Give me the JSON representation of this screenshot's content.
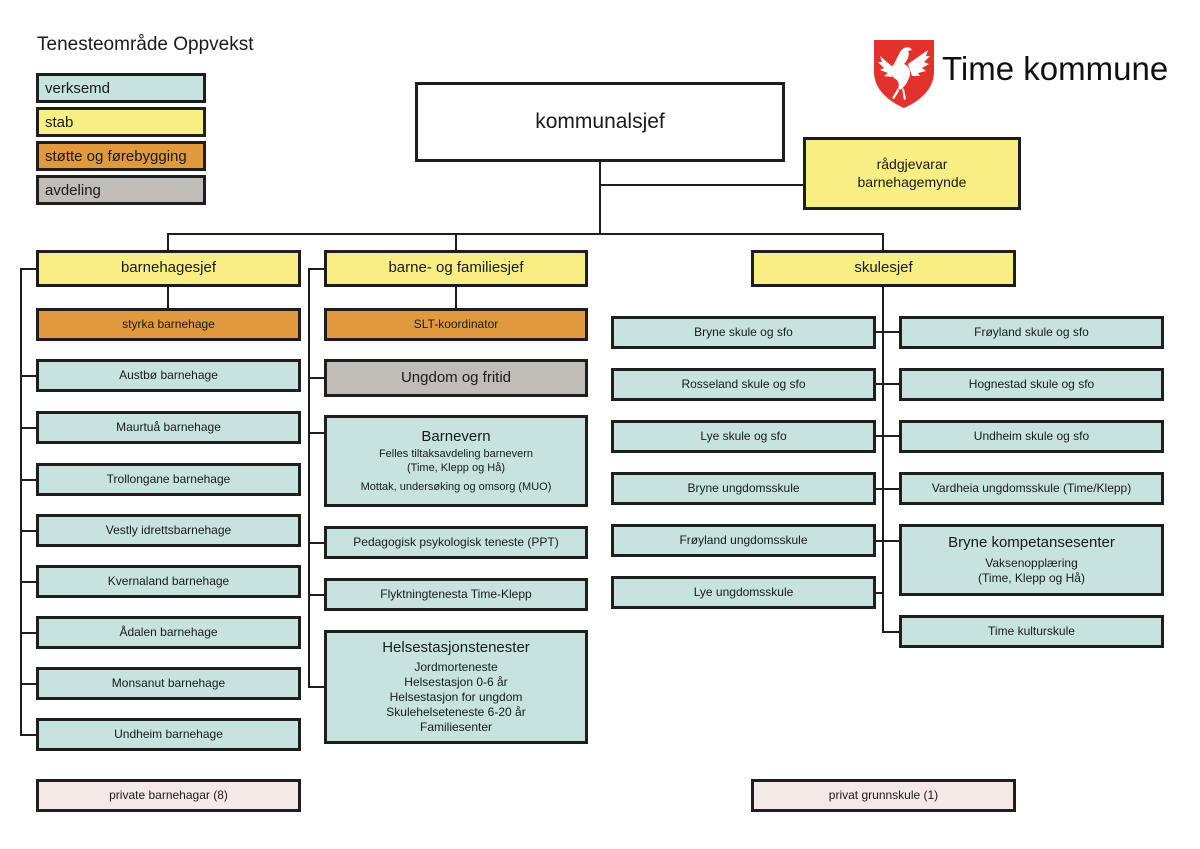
{
  "title": "Tenesteområde Oppvekst",
  "logo": {
    "name": "Time kommune",
    "icon": "coat-of-arms-bird-icon",
    "color": "#e2322b"
  },
  "legend": [
    {
      "label": "verksemd",
      "color": "#c7e3df"
    },
    {
      "label": "stab",
      "color": "#f8ef84"
    },
    {
      "label": "støtte og førebygging",
      "color": "#e09a3c"
    },
    {
      "label": "avdeling",
      "color": "#c0bcb7"
    }
  ],
  "top": {
    "label": "kommunalsjef"
  },
  "advisor": {
    "line1": "rådgjevarar",
    "line2": "barnehagemynde"
  },
  "barnehage": {
    "head": "barnehagesjef",
    "support": "styrka barnehage",
    "units": [
      "Austbø barnehage",
      "Maurtuå barnehage",
      "Trollongane barnehage",
      "Vestly idrettsbarnehage",
      "Kvernaland barnehage",
      "Ådalen barnehage",
      "Monsanut barnehage",
      "Undheim barnehage"
    ],
    "private": "private barnehagar (8)"
  },
  "familie": {
    "head": "barne- og familiesjef",
    "support": "SLT-koordinator",
    "department": "Ungdom og fritid",
    "barnevern": {
      "title": "Barnevern",
      "lines": [
        "Felles tiltaksavdeling barnevern",
        "(Time, Klepp og Hå)",
        "Mottak, undersøking og omsorg (MUO)"
      ]
    },
    "ppt": "Pedagogisk psykologisk teneste (PPT)",
    "flyktning": "Flyktningtenesta Time-Klepp",
    "helse": {
      "title": "Helsestasjonstenester",
      "lines": [
        "Jordmorteneste",
        "Helsestasjon 0-6 år",
        "Helsestasjon for ungdom",
        "Skulehelseteneste 6-20 år",
        "Familiesenter"
      ]
    }
  },
  "skule": {
    "head": "skulesjef",
    "left": [
      "Bryne skule og sfo",
      "Rosseland skule og sfo",
      "Lye skule og sfo",
      "Bryne ungdomsskule",
      "Frøyland ungdomsskule",
      "Lye ungdomsskule"
    ],
    "right": [
      "Frøyland skule og sfo",
      "Hognestad skule og sfo",
      "Undheim skule og sfo",
      "Vardheia ungdomsskule (Time/Klepp)"
    ],
    "kompetanse": {
      "title": "Bryne kompetansesenter",
      "lines": [
        "Vaksenopplæring",
        "(Time, Klepp og Hå)"
      ]
    },
    "kultur": "Time kulturskule",
    "private": "privat grunnskule (1)"
  }
}
